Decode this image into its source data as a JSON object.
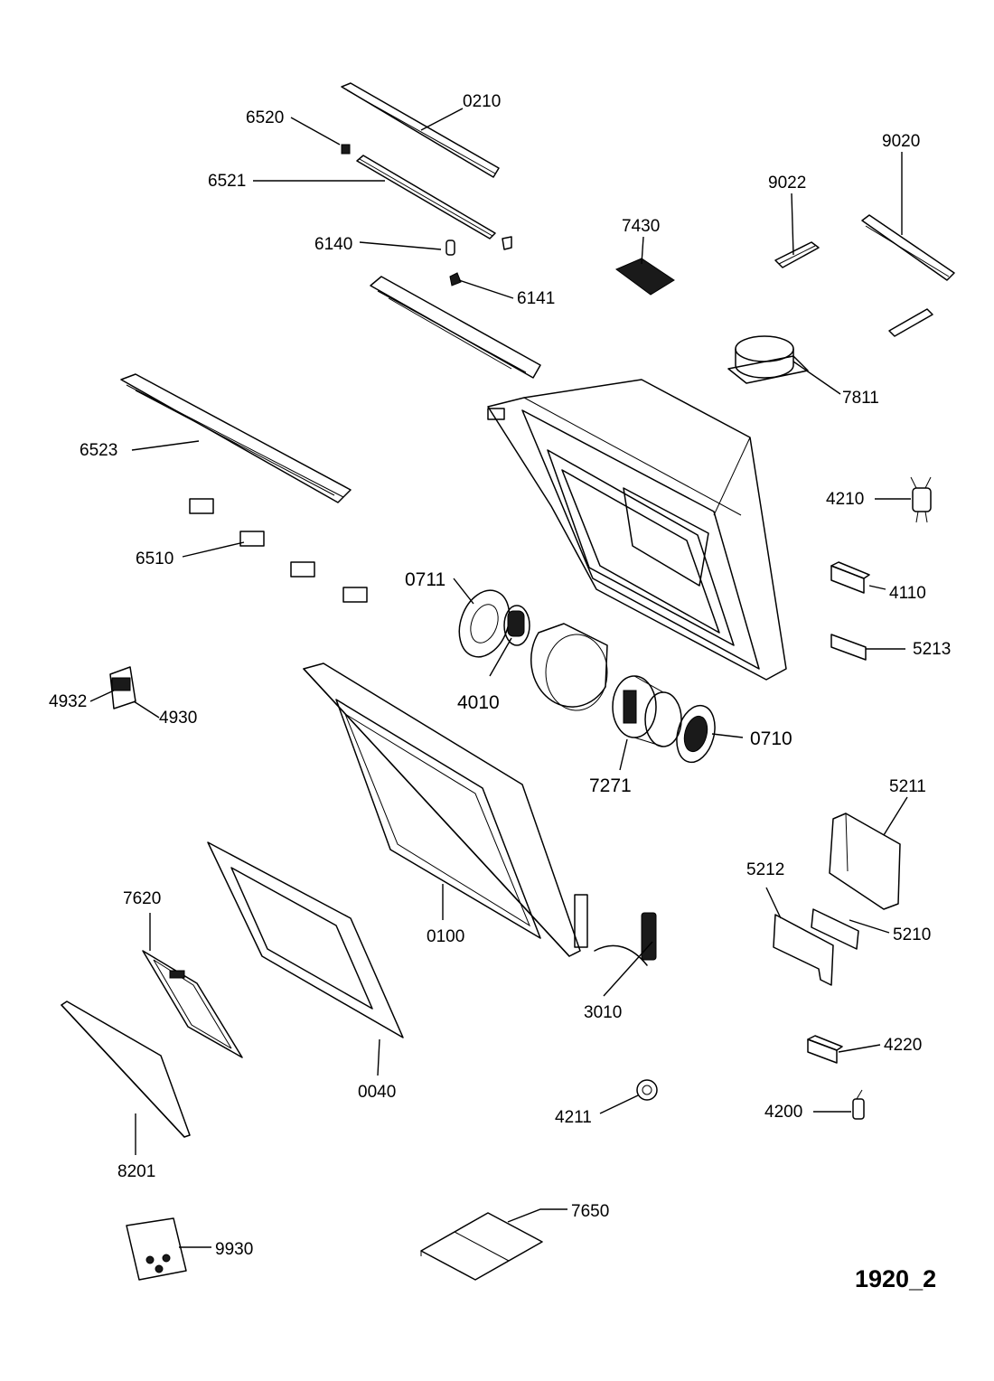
{
  "diagram_code": "1920_2",
  "parts": {
    "p0210": "0210",
    "p6520": "6520",
    "p6521": "6521",
    "p6140": "6140",
    "p6141": "6141",
    "p7430": "7430",
    "p9022": "9022",
    "p9020": "9020",
    "p7811": "7811",
    "p6523": "6523",
    "p4210": "4210",
    "p6510": "6510",
    "p0711": "0711",
    "p4110": "4110",
    "p5213": "5213",
    "p4932": "4932",
    "p4930": "4930",
    "p4010": "4010",
    "p0710": "0710",
    "p7271": "7271",
    "p5211": "5211",
    "p5212": "5212",
    "p5210": "5210",
    "p7620": "7620",
    "p0100": "0100",
    "p3010": "3010",
    "p4220": "4220",
    "p0040": "0040",
    "p4200": "4200",
    "p4211": "4211",
    "p8201": "8201",
    "p7650": "7650",
    "p9930": "9930"
  }
}
